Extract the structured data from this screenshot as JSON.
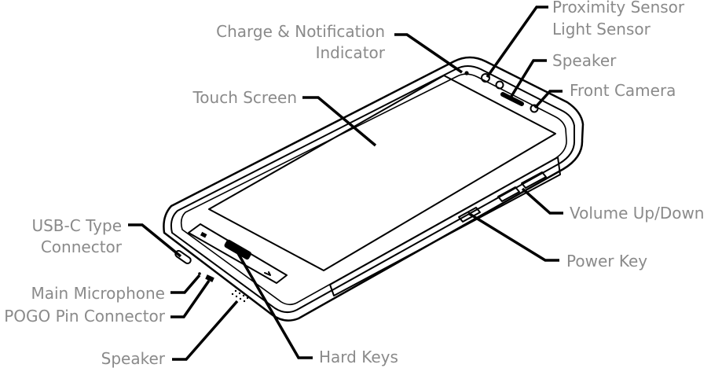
{
  "labels": {
    "charge_indicator_line1": "Charge & Notification",
    "charge_indicator_line2": "Indicator",
    "proximity_sensor": "Proximity Sensor",
    "light_sensor": "Light Sensor",
    "speaker_top": "Speaker",
    "front_camera": "Front Camera",
    "touch_screen": "Touch Screen",
    "volume": "Volume Up/Down",
    "power_key": "Power Key",
    "usbc_line1": "USB-C Type",
    "usbc_line2": "Connector",
    "main_microphone": "Main Microphone",
    "pogo_pin": "POGO Pin Connector",
    "speaker_bottom": "Speaker",
    "hard_keys": "Hard Keys"
  },
  "colors": {
    "label_text": "#8a8a8a",
    "outline": "#000000",
    "background": "#ffffff"
  }
}
